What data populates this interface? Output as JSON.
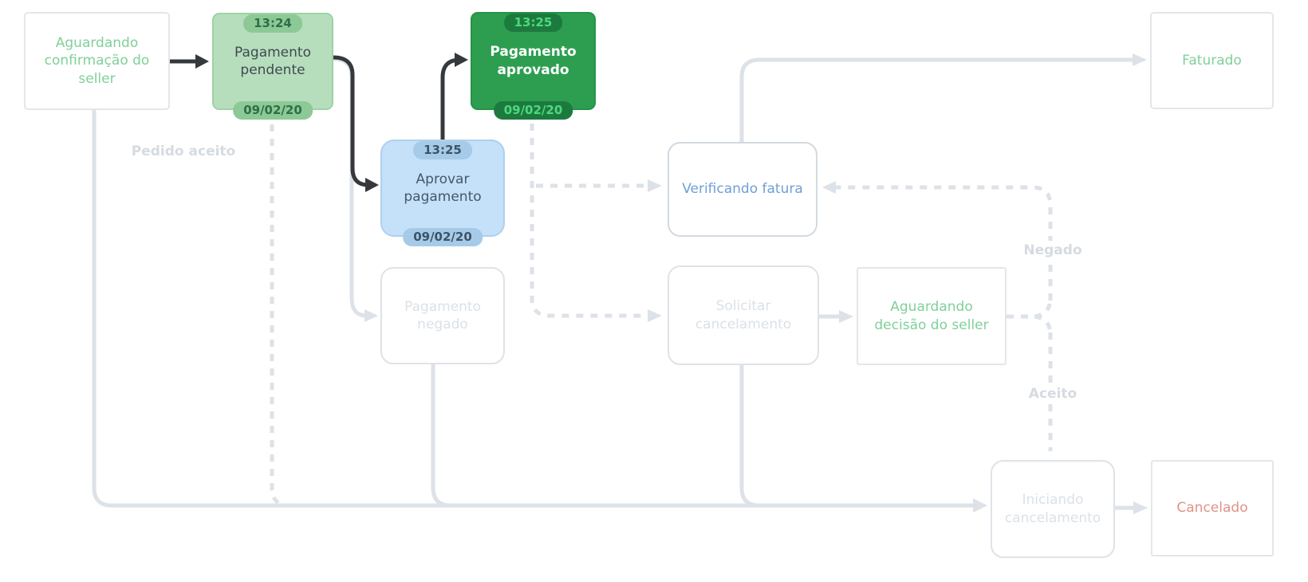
{
  "nodes": {
    "aguardando_confirmacao": {
      "label": "Aguardando confirmação do seller"
    },
    "pagamento_pendente": {
      "label": "Pagamento pendente",
      "time": "13:24",
      "date": "09/02/20"
    },
    "pagamento_aprovado": {
      "label": "Pagamento aprovado",
      "time": "13:25",
      "date": "09/02/20"
    },
    "aprovar_pagamento": {
      "label": "Aprovar pagamento",
      "time": "13:25",
      "date": "09/02/20"
    },
    "pagamento_negado": {
      "label": "Pagamento negado"
    },
    "verificando_fatura": {
      "label": "Verificando fatura"
    },
    "solicitar_cancelamento": {
      "label": "Solicitar cancelamento"
    },
    "aguardando_decisao": {
      "label": "Aguardando decisão do seller"
    },
    "faturado": {
      "label": "Faturado"
    },
    "iniciando_cancelamento": {
      "label": "Iniciando cancelamento"
    },
    "cancelado": {
      "label": "Cancelado"
    }
  },
  "edge_labels": {
    "pedido_aceito": "Pedido aceito",
    "negado": "Negado",
    "aceito": "Aceito"
  },
  "colors": {
    "current_state_fill": "#2d9e50",
    "current_state_badge": "#1d7a3e",
    "current_state_badge_text": "#4cd97f",
    "past_state_fill": "#b7debc",
    "past_state_badge": "#8cc996",
    "past_state_badge_text": "#2f6e48",
    "action_state_fill": "#c5e1f9",
    "action_state_badge": "#a6cbe8",
    "success_text": "#80d09a",
    "info_text": "#6f9fd4",
    "danger_text": "#df9288",
    "inactive_edge": "#dce2e8",
    "active_edge": "#35393e"
  }
}
